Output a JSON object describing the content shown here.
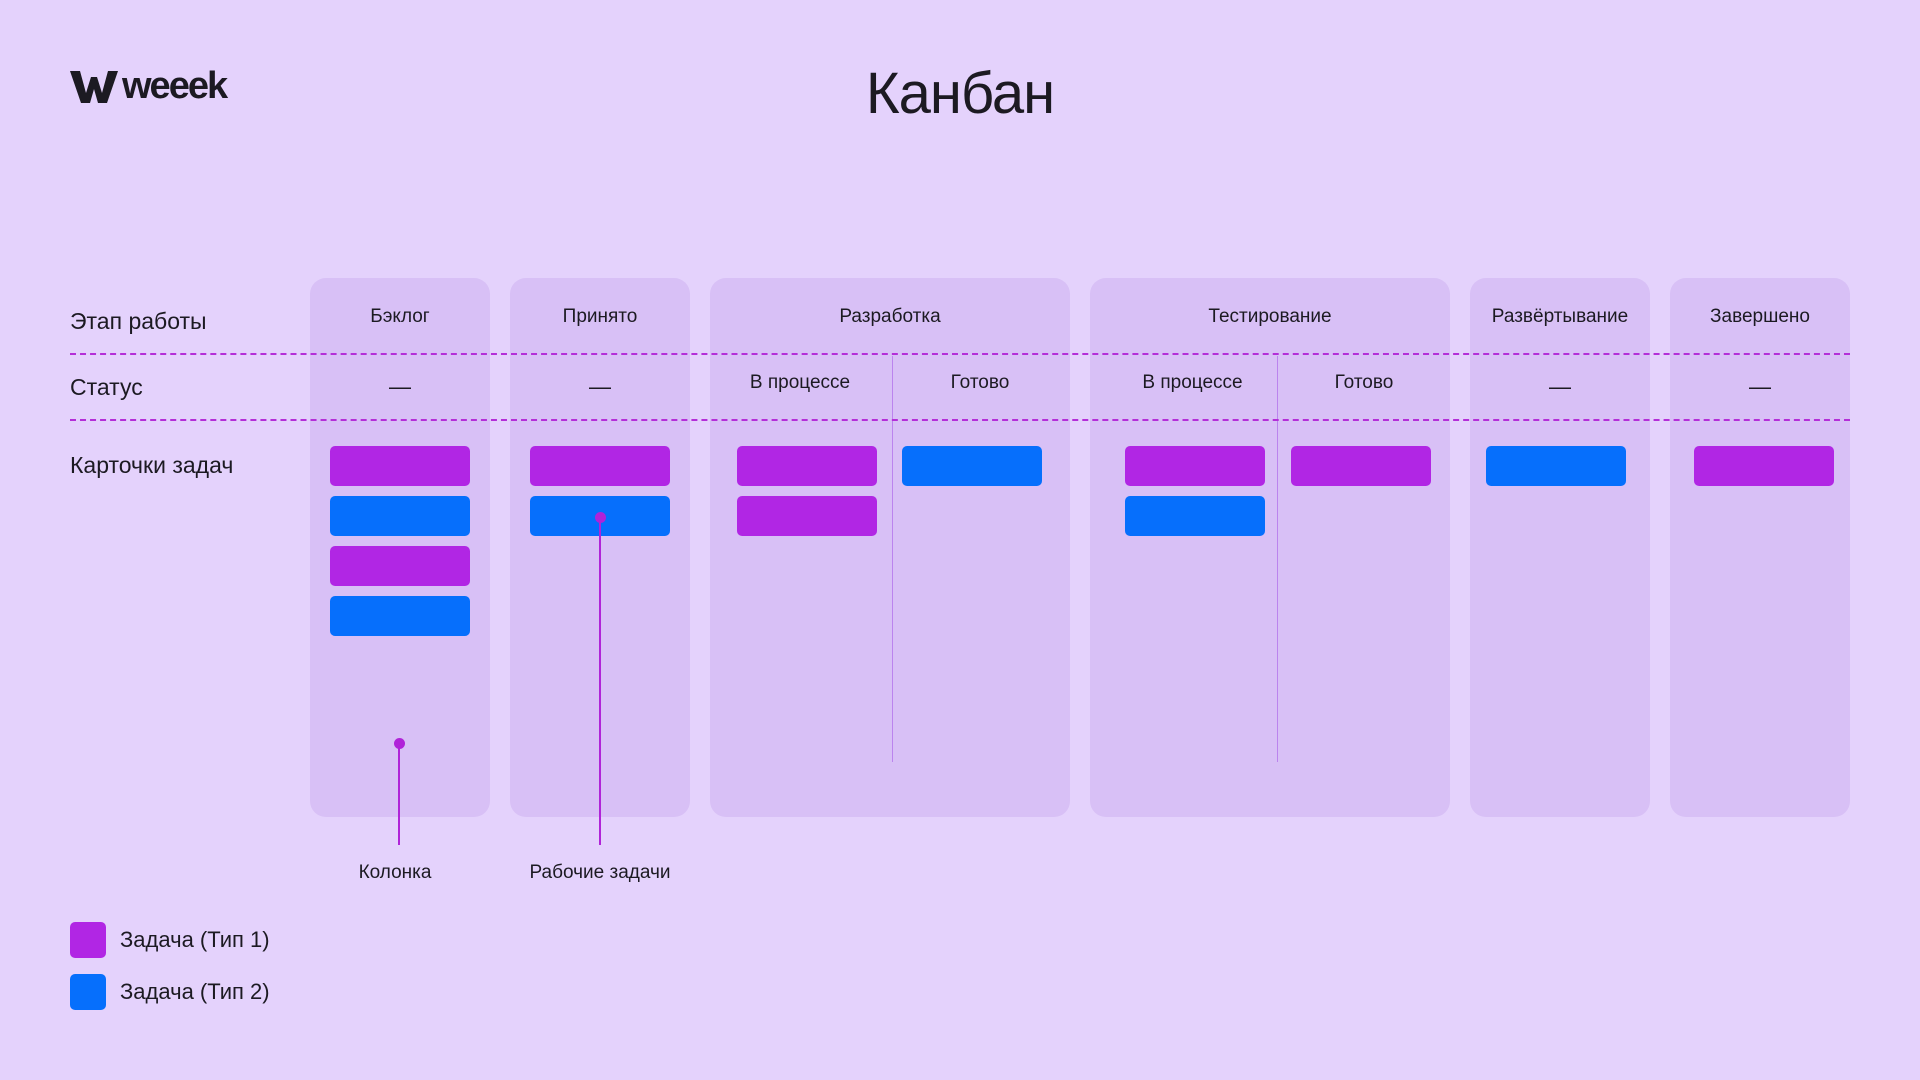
{
  "brand": {
    "logo_text": "weeek"
  },
  "title": "Канбан",
  "rows": {
    "stage": "Этап работы",
    "status": "Статус",
    "cards": "Карточки задач"
  },
  "columns": [
    {
      "id": "backlog",
      "title": "Бэклог",
      "status": "—",
      "cards": [
        "type1",
        "type2",
        "type1",
        "type2"
      ]
    },
    {
      "id": "accepted",
      "title": "Принято",
      "status": "—",
      "cards": [
        "type1",
        "type2"
      ]
    },
    {
      "id": "development",
      "title": "Разработка",
      "substatus": [
        {
          "label": "В процессе",
          "cards": [
            "type1",
            "type1"
          ]
        },
        {
          "label": "Готово",
          "cards": [
            "type2"
          ]
        }
      ]
    },
    {
      "id": "testing",
      "title": "Тестирование",
      "substatus": [
        {
          "label": "В процессе",
          "cards": [
            "type1",
            "type2"
          ]
        },
        {
          "label": "Готово",
          "cards": [
            "type1"
          ]
        }
      ]
    },
    {
      "id": "deploy",
      "title": "Развёртывание",
      "status": "—",
      "cards": [
        "type2"
      ]
    },
    {
      "id": "done",
      "title": "Завершено",
      "status": "—",
      "cards": [
        "type1"
      ]
    }
  ],
  "annotations": {
    "column": "Колонка",
    "work_tasks": "Рабочие задачи"
  },
  "legend": [
    {
      "label": "Задача (Тип 1)",
      "color": "#b126e4"
    },
    {
      "label": "Задача (Тип 2)",
      "color": "#066ffc"
    }
  ],
  "colors": {
    "background": "#e4d2fc",
    "column": "#d8c0f6",
    "accent_line": "#b42ed8",
    "type1": "#b126e4",
    "type2": "#066ffc"
  }
}
